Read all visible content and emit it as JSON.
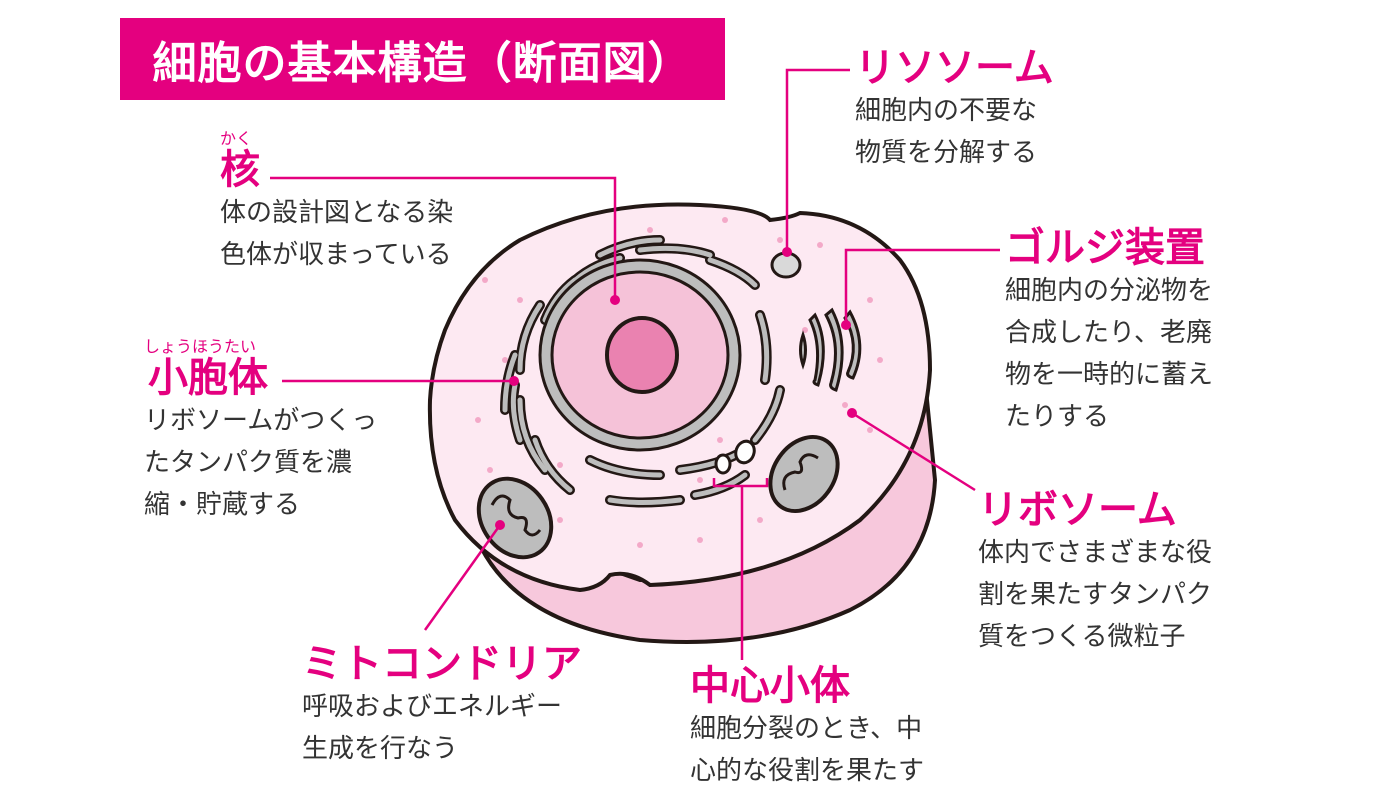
{
  "title": "細胞の基本構造（断面図）",
  "colors": {
    "accent": "#e4007f",
    "cell_fill": "#fde9f2",
    "cell_side": "#f7c8dc",
    "nucleus_fill": "#f5c2d8",
    "nucleolus_fill": "#ea82b0",
    "organelle_gray": "#bdbdbd",
    "outline": "#231815",
    "text": "#333333"
  },
  "labels": {
    "nucleus": {
      "ruby": "かく",
      "heading": "核",
      "desc": [
        "体の設計図となる染",
        "色体が収まっている"
      ]
    },
    "vesicle": {
      "ruby": "しょうほうたい",
      "heading": "小胞体",
      "desc": [
        "リボソームがつくっ",
        "たタンパク質を濃",
        "縮・貯蔵する"
      ]
    },
    "lysosome": {
      "heading": "リソソーム",
      "desc": [
        "細胞内の不要な",
        "物質を分解する"
      ]
    },
    "golgi": {
      "heading": "ゴルジ装置",
      "desc": [
        "細胞内の分泌物を",
        "合成したり、老廃",
        "物を一時的に蓄え",
        "たりする"
      ]
    },
    "ribosome": {
      "heading": "リボソーム",
      "desc": [
        "体内でさまざまな役",
        "割を果たすタンパク",
        "質をつくる微粒子"
      ]
    },
    "mitochondria": {
      "heading": "ミトコンドリア",
      "desc": [
        "呼吸およびエネルギー",
        "生成を行なう"
      ]
    },
    "centriole": {
      "heading": "中心小体",
      "desc": [
        "細胞分裂のとき、中",
        "心的な役割を果たす"
      ]
    }
  }
}
